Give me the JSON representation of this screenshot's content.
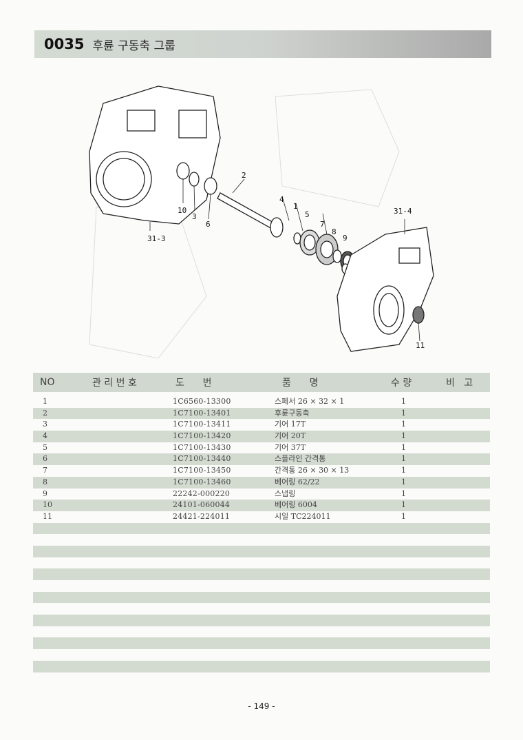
{
  "header": {
    "code": "0035",
    "title": "후륜 구동축 그룹"
  },
  "diagram": {
    "callouts": [
      "2",
      "4",
      "1",
      "5",
      "7",
      "8",
      "9",
      "10",
      "3",
      "6",
      "31-3",
      "31-4",
      "11"
    ]
  },
  "table": {
    "columns": {
      "no": "NO",
      "mgmt": "관 리 번 호",
      "part_no": "도      번",
      "name": "품      명",
      "qty": "수 량",
      "note": "비   고"
    },
    "rows": [
      {
        "no": "1",
        "part_no": "1C6560-13300",
        "name": "스페서 26 × 32 × 1",
        "qty": "1"
      },
      {
        "no": "2",
        "part_no": "1C7100-13401",
        "name": "후륜구동축",
        "qty": "1"
      },
      {
        "no": "3",
        "part_no": "1C7100-13411",
        "name": "기어 17T",
        "qty": "1"
      },
      {
        "no": "4",
        "part_no": "1C7100-13420",
        "name": "기어 20T",
        "qty": "1"
      },
      {
        "no": "5",
        "part_no": "1C7100-13430",
        "name": "기어 37T",
        "qty": "1"
      },
      {
        "no": "6",
        "part_no": "1C7100-13440",
        "name": "스플라인 간격통",
        "qty": "1"
      },
      {
        "no": "7",
        "part_no": "1C7100-13450",
        "name": "간격통 26 × 30 × 13",
        "qty": "1"
      },
      {
        "no": "8",
        "part_no": "1C7100-13460",
        "name": "베어링 62/22",
        "qty": "1"
      },
      {
        "no": "9",
        "part_no": "22242-000220",
        "name": "스냅링",
        "qty": "1"
      },
      {
        "no": "10",
        "part_no": "24101-060044",
        "name": "베어링 6004",
        "qty": "1"
      },
      {
        "no": "11",
        "part_no": "24421-224011",
        "name": "시일 TC224011",
        "qty": "1"
      }
    ]
  },
  "footer": {
    "page": "- 149 -"
  }
}
